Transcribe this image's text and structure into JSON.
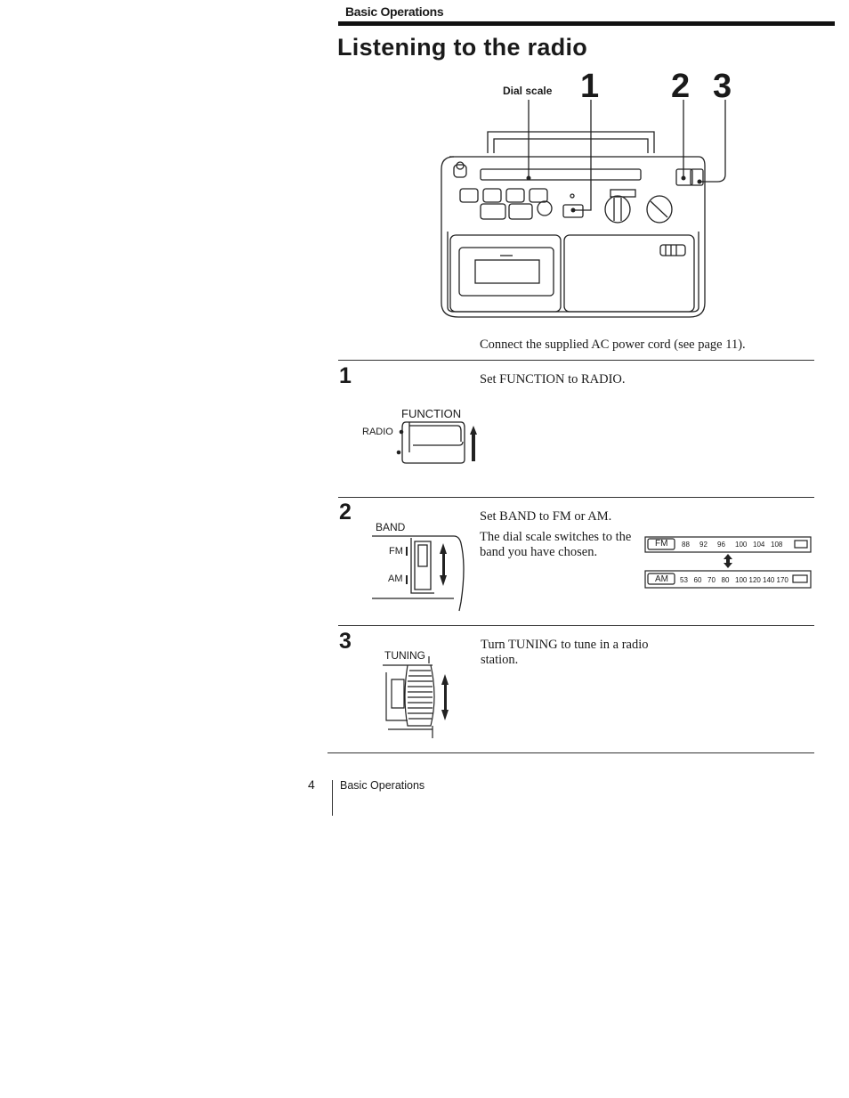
{
  "header": {
    "section_label": "Basic Operations",
    "title": "Listening to the radio"
  },
  "main_illustration": {
    "dial_scale_label": "Dial scale",
    "callouts": [
      "1",
      "2",
      "3"
    ]
  },
  "intro_text": "Connect the supplied AC power cord (see page 11).",
  "steps": [
    {
      "number": "1",
      "text": "Set FUNCTION to RADIO.",
      "figure": {
        "title": "FUNCTION",
        "label": "RADIO"
      }
    },
    {
      "number": "2",
      "text": "Set BAND to FM or AM.",
      "note": [
        "The dial scale switches to the",
        "band you have chosen."
      ],
      "figure": {
        "title": "BAND",
        "labels": [
          "FM",
          "AM"
        ]
      },
      "scales": [
        {
          "band": "FM",
          "marks": [
            "88",
            "92",
            "96",
            "100",
            "104",
            "108"
          ]
        },
        {
          "band": "AM",
          "marks": [
            "53",
            "60",
            "70",
            "80",
            "100",
            "120",
            "140",
            "170"
          ]
        }
      ]
    },
    {
      "number": "3",
      "text": [
        "Turn TUNING to tune in a radio",
        "station."
      ],
      "figure": {
        "title": "TUNING"
      }
    }
  ],
  "footer": {
    "page_number": "4",
    "section": "Basic Operations"
  }
}
